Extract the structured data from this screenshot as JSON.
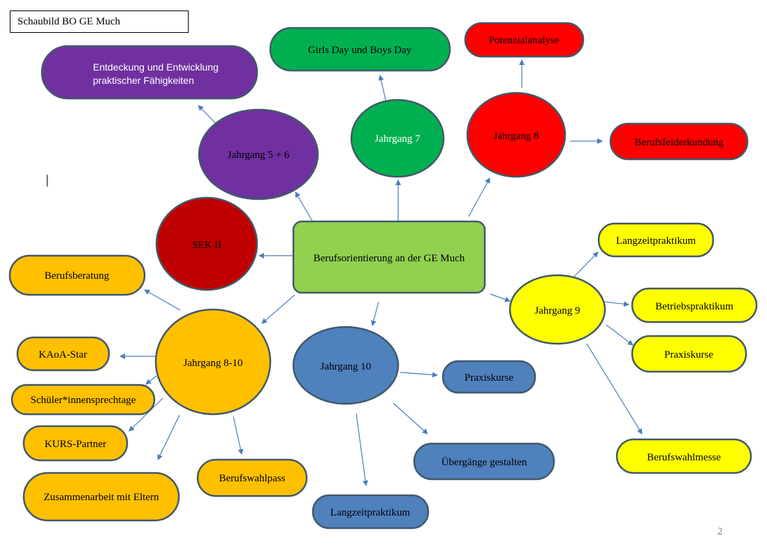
{
  "title": "Schaubild BO GE Much",
  "page_number": "2",
  "colors": {
    "green_center": "#92d050",
    "purple": "#7030a0",
    "green": "#00b050",
    "red": "#ff0000",
    "dark_red": "#c00000",
    "orange": "#ffc000",
    "blue": "#4f81bd",
    "yellow": "#ffff00",
    "outline": "#41596b",
    "arrow": "#4a7ebb"
  },
  "nodes": {
    "center": "Berufsorientierung an der GE Much",
    "j56": "Jahrgang 5 + 6",
    "j56_child_line1": "Entdeckung und Entwicklung",
    "j56_child_line2": "praktischer Fähigkeiten",
    "j7": "Jahrgang 7",
    "j7_child": "Girls Day und Boys Day",
    "j8": "Jahrgang 8",
    "j8_child_up": "Potenzialanalyse",
    "j8_child_right": "Berufsfelderkundung",
    "sek2": "SEK II",
    "j9": "Jahrgang 9",
    "j9_children": [
      "Langzeitpraktikum",
      "Betriebspraktikum",
      "Praxiskurse",
      "Berufswahlmesse"
    ],
    "j10": "Jahrgang 10",
    "j10_children": [
      "Praxiskurse",
      "Übergänge gestalten",
      "Langzeitpraktikum"
    ],
    "j810": "Jahrgang 8-10",
    "j810_children": [
      "Berufsberatung",
      "KAoA-Star",
      "Schüler*innensprechtage",
      "KURS-Partner",
      "Zusammenarbeit mit Eltern",
      "Berufswahlpass"
    ]
  }
}
